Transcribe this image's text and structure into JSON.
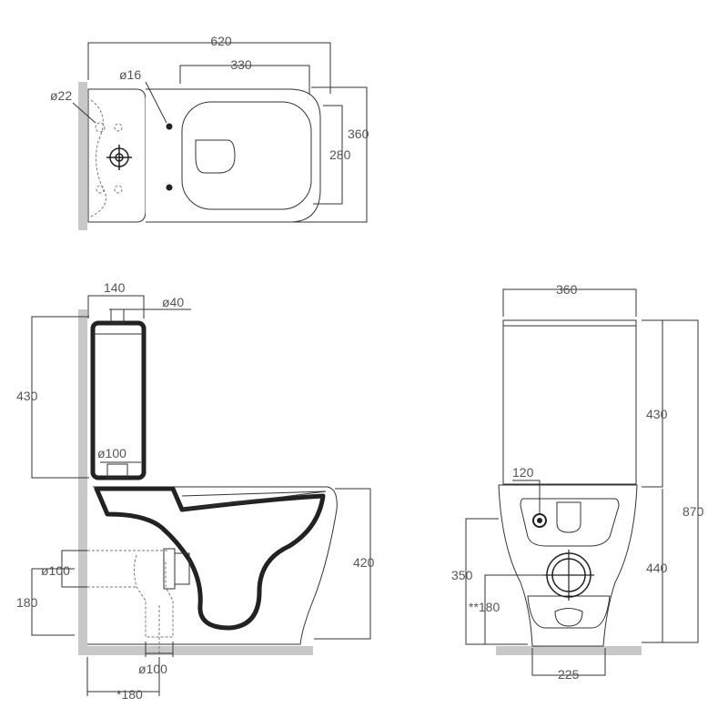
{
  "top_view": {
    "width": "620",
    "seat_depth": "330",
    "hole_diameter": "ø16",
    "cistern_hole_diameter": "ø22",
    "bowl_depth": "360",
    "seat_depth_side": "280"
  },
  "side_view": {
    "cistern_depth": "140",
    "flush_diameter": "ø40",
    "cistern_height": "430",
    "outlet_cistern": "ø100",
    "waste_diameter": "ø100",
    "waste_height": "180",
    "bowl_height": "420",
    "floor_waste_diameter": "ø100",
    "floor_waste_distance": "*180"
  },
  "front_view": {
    "width": "360",
    "cistern_height": "430",
    "total_height": "870",
    "inlet_offset": "120",
    "bowl_height": "440",
    "waste_height_total": "350",
    "waste_height_center": "**180",
    "base_width": "225"
  }
}
